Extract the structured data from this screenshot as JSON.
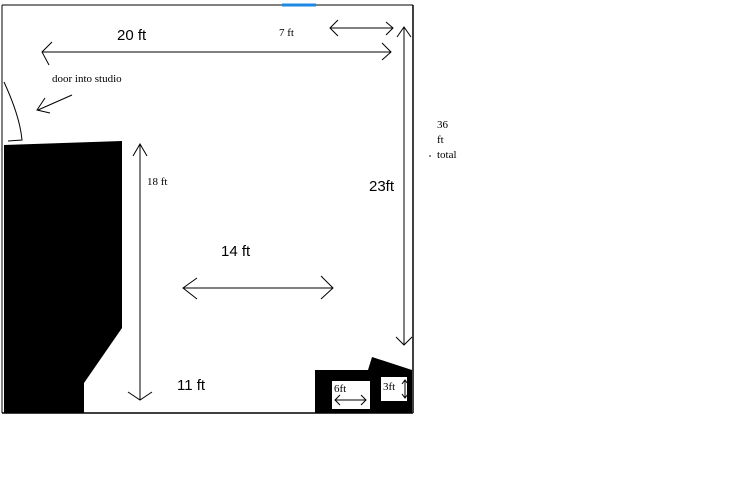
{
  "labels": {
    "top_width": "20 ft",
    "top_right_width": "7 ft",
    "door_note": "door into studio",
    "total_line1": "36",
    "total_line2": "ft",
    "total_line3": "total",
    "right_height": "23ft",
    "left_height": "18 ft",
    "middle_width": "14 ft",
    "bottom_width": "11 ft",
    "box1_width": "6ft",
    "box2_width": "3ft"
  },
  "colors": {
    "ink": "#000000",
    "accent": "#1e88e5",
    "background": "#ffffff"
  }
}
